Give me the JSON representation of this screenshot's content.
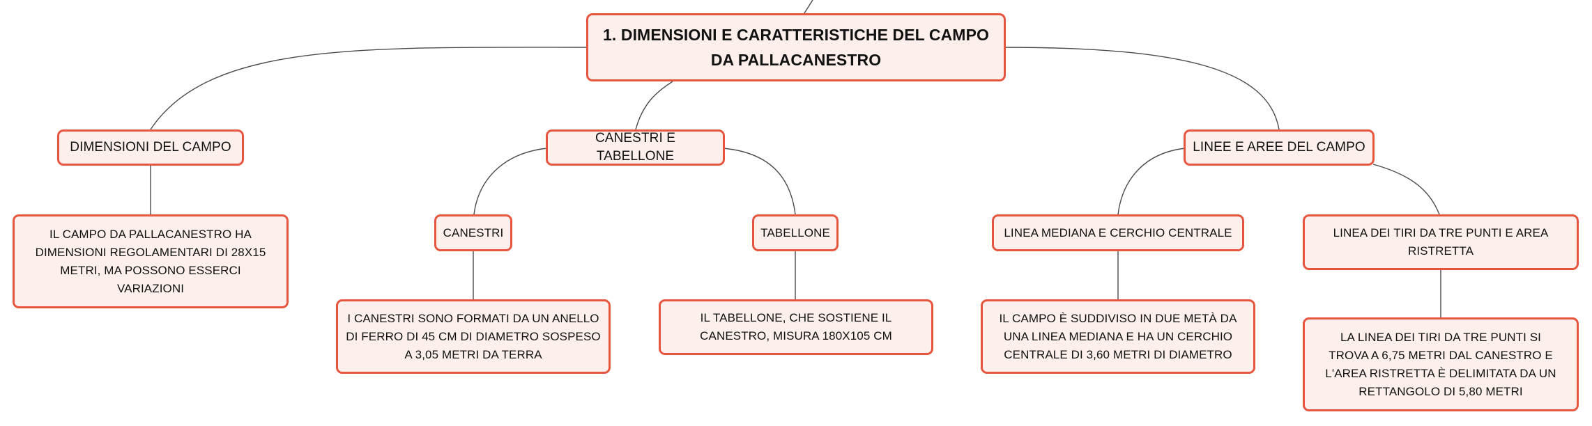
{
  "mindmap": {
    "root": "1. DIMENSIONI E CARATTERISTICHE DEL CAMPO DA PALLACANESTRO",
    "dimensioni": {
      "label": "DIMENSIONI DEL CAMPO",
      "detail": "IL CAMPO DA PALLACANESTRO HA DIMENSIONI REGOLAMENTARI DI 28X15 METRI, MA POSSONO ESSERCI VARIAZIONI"
    },
    "canestri_tabellone": {
      "label": "CANESTRI E TABELLONE",
      "canestri": {
        "label": "CANESTRI",
        "detail": "I CANESTRI SONO FORMATI DA UN ANELLO DI FERRO DI 45 CM DI DIAMETRO SOSPESO A 3,05 METRI DA TERRA"
      },
      "tabellone": {
        "label": "TABELLONE",
        "detail": "IL TABELLONE, CHE SOSTIENE IL CANESTRO, MISURA 180X105 CM"
      }
    },
    "linee_aree": {
      "label": "LINEE E AREE DEL CAMPO",
      "mediana": {
        "label": "LINEA MEDIANA E CERCHIO CENTRALE",
        "detail": "IL CAMPO È SUDDIVISO IN DUE METÀ DA UNA LINEA MEDIANA E HA UN CERCHIO CENTRALE DI 3,60 METRI DI DIAMETRO"
      },
      "tre_punti": {
        "label": "LINEA DEI TIRI DA TRE PUNTI E AREA RISTRETTA",
        "detail": "LA LINEA DEI TIRI DA TRE PUNTI SI TROVA A 6,75 METRI DAL CANESTRO E L'AREA RISTRETTA È DELIMITATA DA UN RETTANGOLO DI 5,80 METRI"
      }
    }
  },
  "colors": {
    "node_fill": "#fdf0ec",
    "node_border": "#e8553f",
    "connector": "#4a4a4a"
  }
}
